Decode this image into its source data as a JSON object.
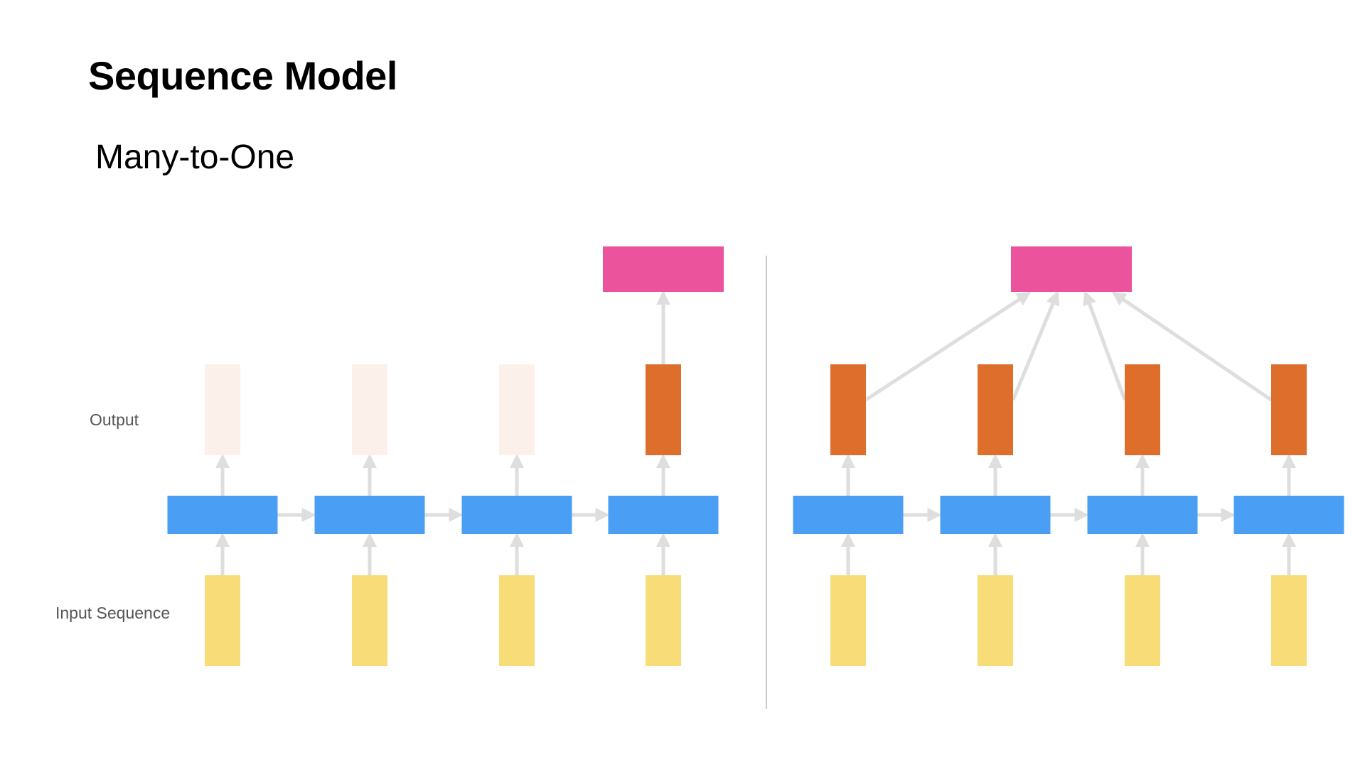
{
  "slide": {
    "title": "Sequence Model",
    "subtitle": "Many-to-One"
  },
  "labels": {
    "output": "Output",
    "input": "Input Sequence"
  },
  "colors": {
    "input": "#f7dc78",
    "hidden": "#4a9ff5",
    "output_active": "#de6e2c",
    "output_faded": "#fcf1ea",
    "final": "#ec539d",
    "arrow": "#dedede",
    "divider": "#c8c8c8"
  },
  "diagrams": [
    {
      "name": "last-step-output",
      "timesteps": 4,
      "output_active": [
        false,
        false,
        false,
        true
      ],
      "final_connects_from": [
        3
      ]
    },
    {
      "name": "all-steps-output",
      "timesteps": 4,
      "output_active": [
        true,
        true,
        true,
        true
      ],
      "final_connects_from": [
        0,
        1,
        2,
        3
      ]
    }
  ]
}
